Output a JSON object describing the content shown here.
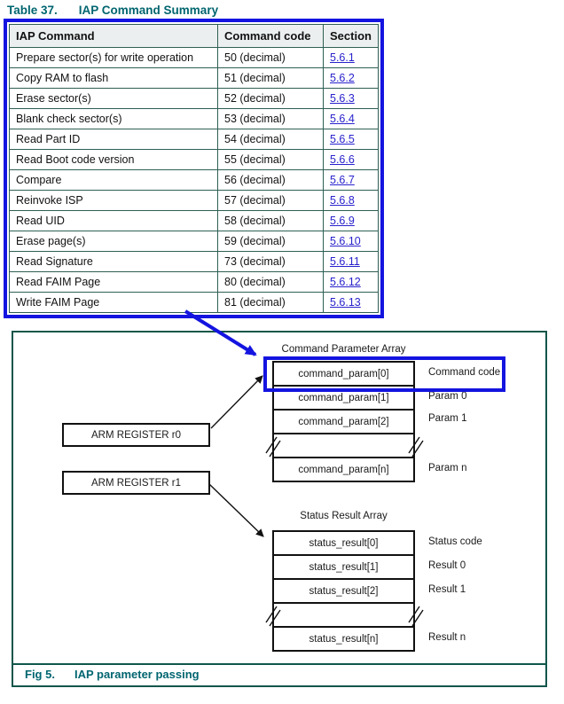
{
  "title": {
    "label": "Table 37.",
    "text": "IAP Command Summary"
  },
  "table": {
    "headers": [
      "IAP Command",
      "Command code",
      "Section"
    ],
    "rows": [
      {
        "command": "Prepare sector(s) for write operation",
        "code": "50 (decimal)",
        "section": "5.6.1"
      },
      {
        "command": "Copy RAM to flash",
        "code": "51 (decimal)",
        "section": "5.6.2"
      },
      {
        "command": "Erase sector(s)",
        "code": "52 (decimal)",
        "section": "5.6.3"
      },
      {
        "command": "Blank check sector(s)",
        "code": "53 (decimal)",
        "section": "5.6.4"
      },
      {
        "command": "Read Part ID",
        "code": "54 (decimal)",
        "section": "5.6.5"
      },
      {
        "command": "Read Boot code version",
        "code": "55 (decimal)",
        "section": "5.6.6"
      },
      {
        "command": "Compare",
        "code": "56 (decimal)",
        "section": "5.6.7"
      },
      {
        "command": "Reinvoke ISP",
        "code": "57 (decimal)",
        "section": "5.6.8"
      },
      {
        "command": "Read UID",
        "code": "58 (decimal)",
        "section": "5.6.9"
      },
      {
        "command": "Erase page(s)",
        "code": "59 (decimal)",
        "section": "5.6.10"
      },
      {
        "command": "Read Signature",
        "code": "73 (decimal)",
        "section": "5.6.11"
      },
      {
        "command": "Read FAIM Page",
        "code": "80 (decimal)",
        "section": "5.6.12"
      },
      {
        "command": "Write FAIM Page",
        "code": "81 (decimal)",
        "section": "5.6.13"
      }
    ]
  },
  "figure": {
    "caption_label": "Fig 5.",
    "caption_text": "IAP parameter passing",
    "registers": [
      "ARM REGISTER r0",
      "ARM REGISTER r1"
    ],
    "command_array": {
      "title": "Command Parameter Array",
      "cells": [
        "command_param[0]",
        "command_param[1]",
        "command_param[2]",
        "command_param[n]"
      ],
      "labels": [
        "Command code",
        "Param 0",
        "Param 1",
        "Param n"
      ]
    },
    "status_array": {
      "title": "Status Result Array",
      "cells": [
        "status_result[0]",
        "status_result[1]",
        "status_result[2]",
        "status_result[n]"
      ],
      "labels": [
        "Status code",
        "Result 0",
        "Result 1",
        "Result n"
      ]
    }
  },
  "colors": {
    "teal_heading": "#006570",
    "frame_green": "#11564a",
    "table_border": "#2e5f54",
    "header_bg": "#eceff0",
    "link_blue": "#2822cc",
    "highlight_blue": "#1414e0",
    "diagram_ink": "#1a1a1a"
  }
}
